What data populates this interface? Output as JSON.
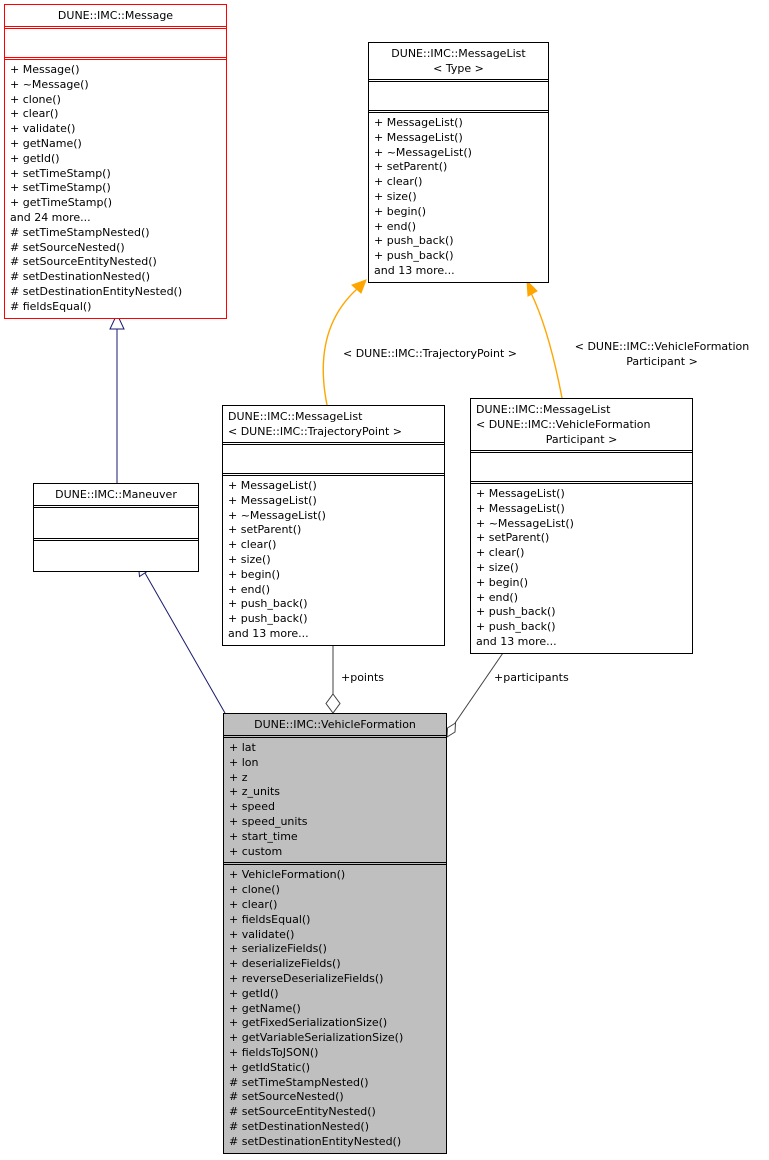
{
  "diagram": {
    "colors": {
      "base_class_border": "#ff0000",
      "node_border": "#000000",
      "current_node_fill": "#bfbfbf",
      "inheritance_edge": "#191970",
      "template_edge": "#ffa500",
      "aggregation_edge": "#404040"
    },
    "classes": {
      "message": {
        "title": "DUNE::IMC::Message",
        "attributes": [],
        "methods": [
          "+ Message()",
          "+ ~Message()",
          "+ clone()",
          "+ clear()",
          "+ validate()",
          "+ getName()",
          "+ getId()",
          "+ setTimeStamp()",
          "+ setTimeStamp()",
          "+ getTimeStamp()",
          "and 24 more...",
          "# setTimeStampNested()",
          "# setSourceNested()",
          "# setSourceEntityNested()",
          "# setDestinationNested()",
          "# setDestinationEntityNested()",
          "# fieldsEqual()"
        ]
      },
      "list_type": {
        "title_line1": "DUNE::IMC::MessageList",
        "title_line2": "< Type >",
        "attributes": [],
        "methods": [
          "+ MessageList()",
          "+ MessageList()",
          "+ ~MessageList()",
          "+ setParent()",
          "+ clear()",
          "+ size()",
          "+ begin()",
          "+ end()",
          "+ push_back()",
          "+ push_back()",
          "and 13 more..."
        ]
      },
      "maneuver": {
        "title": "DUNE::IMC::Maneuver",
        "attributes": [],
        "methods": []
      },
      "list_traj": {
        "title_line1": "DUNE::IMC::MessageList",
        "title_line2": "< DUNE::IMC::TrajectoryPoint >",
        "attributes": [],
        "methods": [
          "+ MessageList()",
          "+ MessageList()",
          "+ ~MessageList()",
          "+ setParent()",
          "+ clear()",
          "+ size()",
          "+ begin()",
          "+ end()",
          "+ push_back()",
          "+ push_back()",
          "and 13 more..."
        ]
      },
      "list_vfp": {
        "title_line1": "DUNE::IMC::MessageList",
        "title_line2": "< DUNE::IMC::VehicleFormation",
        "title_line3": "Participant >",
        "attributes": [],
        "methods": [
          "+ MessageList()",
          "+ MessageList()",
          "+ ~MessageList()",
          "+ setParent()",
          "+ clear()",
          "+ size()",
          "+ begin()",
          "+ end()",
          "+ push_back()",
          "+ push_back()",
          "and 13 more..."
        ]
      },
      "vehicle_formation": {
        "title": "DUNE::IMC::VehicleFormation",
        "attributes": [
          "+ lat",
          "+ lon",
          "+ z",
          "+ z_units",
          "+ speed",
          "+ speed_units",
          "+ start_time",
          "+ custom"
        ],
        "methods": [
          "+ VehicleFormation()",
          "+ clone()",
          "+ clear()",
          "+ fieldsEqual()",
          "+ validate()",
          "+ serializeFields()",
          "+ deserializeFields()",
          "+ reverseDeserializeFields()",
          "+ getId()",
          "+ getName()",
          "+ getFixedSerializationSize()",
          "+ getVariableSerializationSize()",
          "+ fieldsToJSON()",
          "+ getIdStatic()",
          "# setTimeStampNested()",
          "# setSourceNested()",
          "# setSourceEntityNested()",
          "# setDestinationNested()",
          "# setDestinationEntityNested()"
        ]
      }
    },
    "edge_labels": {
      "points": "+points",
      "participants": "+participants",
      "template_traj": "< DUNE::IMC::TrajectoryPoint >",
      "template_vfp_line1": "< DUNE::IMC::VehicleFormation",
      "template_vfp_line2": "Participant >"
    }
  }
}
